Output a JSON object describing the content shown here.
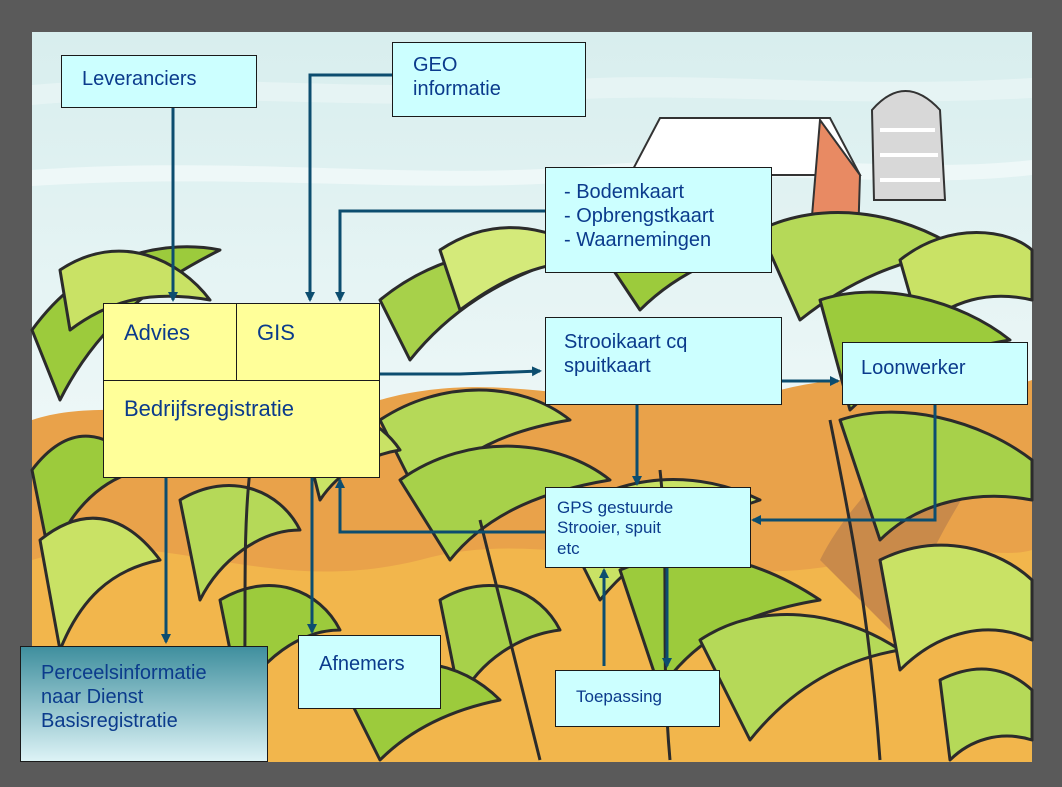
{
  "diagram": {
    "leveranciers": "Leveranciers",
    "geo_informatie": "GEO\ninformatie",
    "kaarten": "- Bodemkaart\n- Opbrengstkaart\n- Waarnemingen",
    "advies": "Advies",
    "gis": "GIS",
    "bedrijfsregistratie": "Bedrijfsregistratie",
    "strooikaart": "Strooikaart cq\nspuitkaart",
    "loonwerker": "Loonwerker",
    "gps": "GPS gestuurde\nStrooier, spuit\netc",
    "perceelsinformatie": "Perceelsinformatie\nnaar Dienst\nBasisregistratie",
    "afnemers": "Afnemers",
    "toepassing": "Toepassing"
  },
  "colors": {
    "box_cyan": "#ccffff",
    "box_yellow": "#ffff99",
    "text_blue": "#0b3b8c",
    "arrow": "#0c4d6f",
    "frame": "#5a5a5a"
  }
}
